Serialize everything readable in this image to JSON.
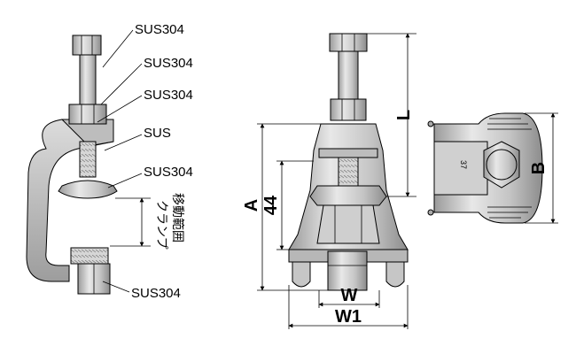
{
  "side_view": {
    "labels": [
      "SUS304",
      "SUS304",
      "SUS304",
      "SUS",
      "SUS304",
      "SUS304"
    ],
    "clamp_range_label": [
      "クランプ",
      "移動範囲"
    ]
  },
  "front_view": {
    "dim_A": "A",
    "dim_44": "44",
    "dim_L": "L",
    "dim_W": "W",
    "dim_W1": "W1"
  },
  "top_view": {
    "dim_B": "B",
    "marking": "37"
  },
  "colors": {
    "body_gray": "#c9c9c9",
    "light_gray": "#e4e4e4",
    "dark_gray": "#8a8a8a",
    "line": "#000000"
  }
}
